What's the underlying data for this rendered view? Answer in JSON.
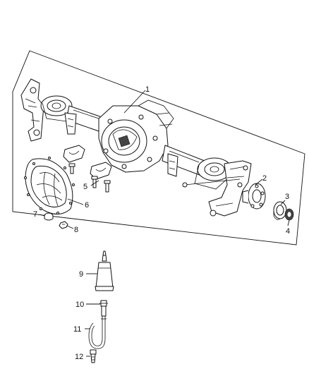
{
  "diagram": {
    "callouts": [
      {
        "id": "callout-1",
        "text": "1"
      },
      {
        "id": "callout-2",
        "text": "2"
      },
      {
        "id": "callout-3",
        "text": "3"
      },
      {
        "id": "callout-4",
        "text": "4"
      },
      {
        "id": "callout-5",
        "text": "5"
      },
      {
        "id": "callout-6",
        "text": "6"
      },
      {
        "id": "callout-7",
        "text": "7"
      },
      {
        "id": "callout-8",
        "text": "8"
      },
      {
        "id": "callout-9",
        "text": "9"
      },
      {
        "id": "callout-10",
        "text": "10"
      },
      {
        "id": "callout-11",
        "text": "11"
      },
      {
        "id": "callout-12",
        "text": "12"
      }
    ],
    "parts": [
      {
        "name": "axle-housing-assembly",
        "callout": "1"
      },
      {
        "name": "wheel-hub-flange",
        "callout": "2"
      },
      {
        "name": "axle-seal-ring",
        "callout": "3"
      },
      {
        "name": "axle-bearing",
        "callout": "4"
      },
      {
        "name": "bearing-cap-and-bolts",
        "callout": "5"
      },
      {
        "name": "differential-cover",
        "callout": "6"
      },
      {
        "name": "fill-plug",
        "callout": "7"
      },
      {
        "name": "cover-bolt",
        "callout": "8"
      },
      {
        "name": "sealant-tube",
        "callout": "9"
      },
      {
        "name": "vent-fitting",
        "callout": "10"
      },
      {
        "name": "vent-hose",
        "callout": "11"
      },
      {
        "name": "vent-connector",
        "callout": "12"
      }
    ]
  }
}
